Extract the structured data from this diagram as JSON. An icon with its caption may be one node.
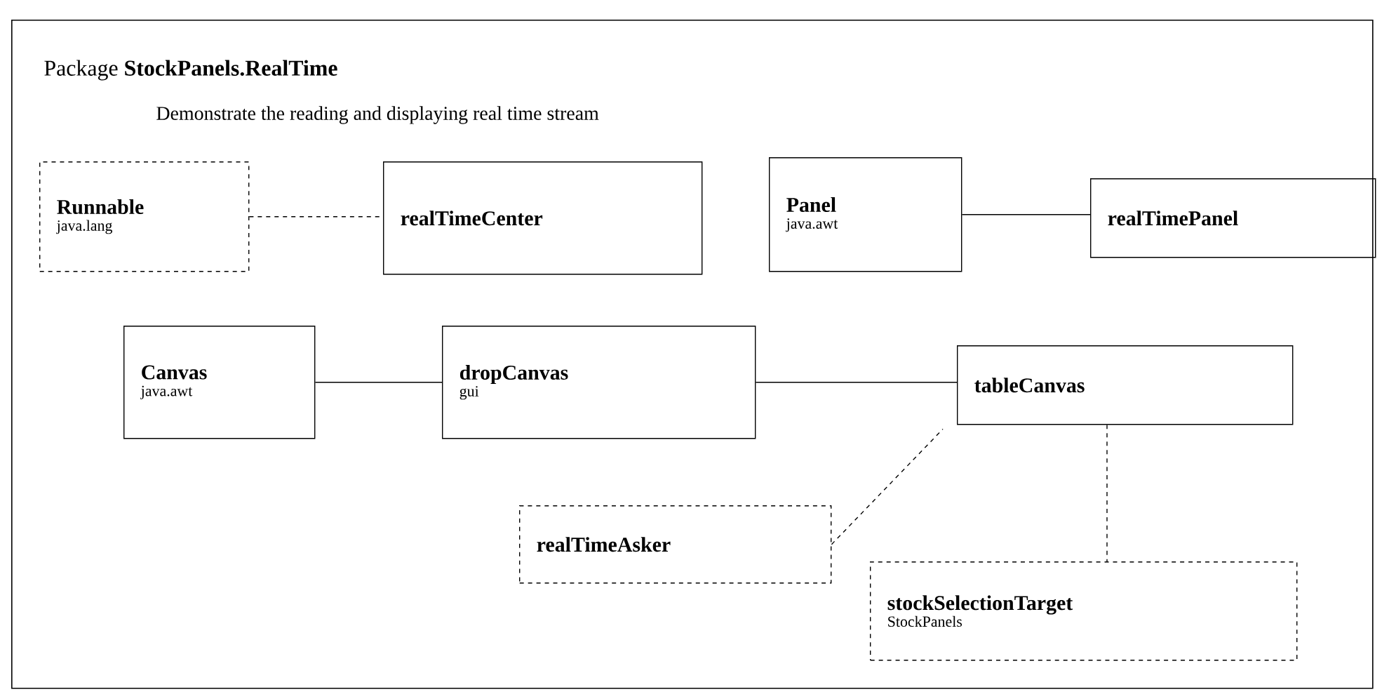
{
  "diagram": {
    "nodes": [
      {
        "text": [
          "Package **StockPanels.RealTime**",
          "Demonstrate the reading and displaying real time stream"
        ]
      },
      {
        "text": [
          "Runnable",
          "java.lang"
        ],
        "in": 0
      },
      {
        "text": [
          "realTimeCenter"
        ],
        "in": 0
      },
      {
        "text": [
          "Panel",
          "java.awt"
        ],
        "in": 0
      },
      {
        "text": [
          "realTimePanel"
        ],
        "in": 0
      },
      {
        "text": [
          "Canvas",
          "java.awt"
        ],
        "in": 0
      },
      {
        "text": [
          "dropCanvas",
          "gui"
        ],
        "in": 0
      },
      {
        "text": [
          "tableCanvas"
        ],
        "in": 0
      },
      {
        "text": [
          "realTimeAsker"
        ],
        "in": 0
      },
      {
        "text": [
          "stockSelectionTarget",
          "StockPanels"
        ],
        "in": 0
      }
    ],
    "edges": [
      {
        "from": 1,
        "to": 2,
        "arrow": "none",
        "style": "dashed"
      },
      {
        "from": 3,
        "to": 4,
        "arrow": "none"
      },
      {
        "from": 5,
        "to": 6,
        "arrow": "none"
      },
      {
        "from": 6,
        "to": 7,
        "arrow": "none"
      },
      {
        "from": 8,
        "to": 7,
        "arrow": "none",
        "style": "dashed"
      },
      {
        "from": 7,
        "to": 9,
        "arrow": "none",
        "style": "dashed"
      }
    ]
  }
}
